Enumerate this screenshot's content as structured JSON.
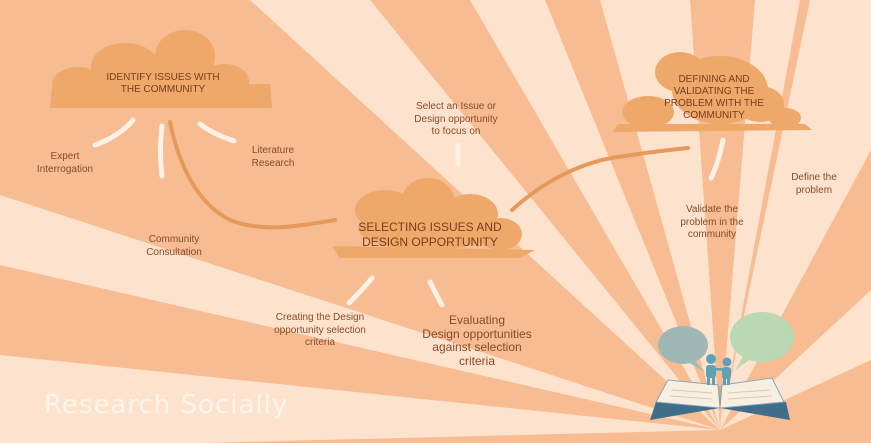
{
  "title": "Research Socially",
  "colors": {
    "background": "#f7bc92",
    "ray": "#fde3cd",
    "cloud": "#eea869",
    "cloud_text": "#7a3b1f",
    "label_text": "#8a4a2a",
    "connector": "#e59a5b",
    "stroke_white": "#fdf0e4",
    "title": "#fff5ec"
  },
  "clouds": {
    "identify": "IDENTIFY ISSUES WITH\nTHE COMMUNITY",
    "selecting": "SELECTING ISSUES AND\nDESIGN OPPORTUNITY",
    "defining": "DEFINING AND\nVALIDATING THE\nPROBLEM WITH THE\nCOMMUNITY"
  },
  "labels": {
    "expert": "Expert\nInterrogation",
    "literature": "Literature\nResearch",
    "community": "Community\nConsultation",
    "select_issue": "Select an Issue or\nDesign opportunity\nto focus on",
    "creating": "Creating the Design\nopportunity selection\ncriteria",
    "evaluating": "Evaluating\nDesign opportunities\nagainst selection\ncriteria",
    "validate": "Validate the\nproblem in the\ncommunity",
    "define": "Define the\nproblem"
  },
  "icons": [
    "open-book-icon",
    "people-icon",
    "speech-bubble-icon"
  ]
}
